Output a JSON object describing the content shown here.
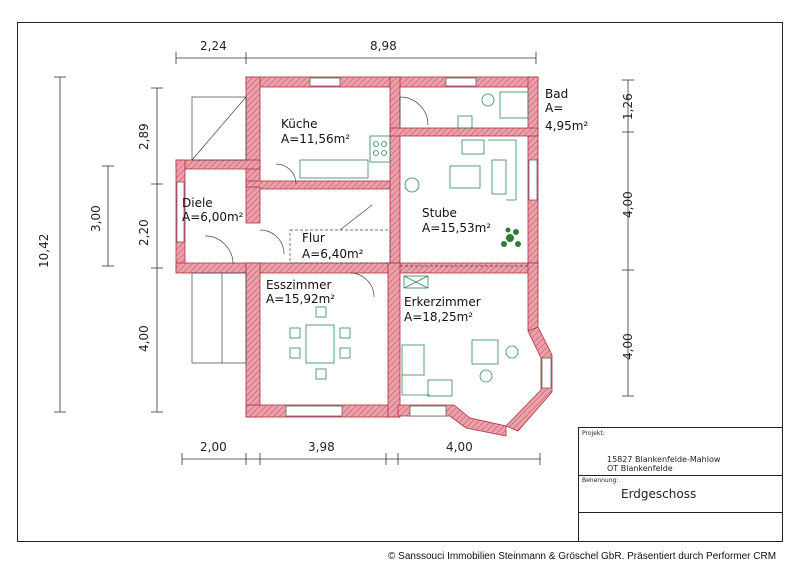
{
  "dimensions": {
    "top_left": "2,24",
    "top_main": "8,98",
    "left_total": "10,42",
    "left_upper": "2,89",
    "left_middle": "2,20",
    "left_lower": "4,00",
    "diele_height": "3,00",
    "right_upper": "1,26",
    "right_middle": "4,00",
    "right_lower": "4,00",
    "bottom_1": "2,00",
    "bottom_2": "3,98",
    "bottom_3": "4,00"
  },
  "rooms": {
    "kueche": {
      "name": "Küche",
      "area": "A=11,56m²"
    },
    "bad": {
      "name": "Bad",
      "area_label": "A=",
      "area": "4,95m²"
    },
    "diele": {
      "name": "Diele",
      "area": "A=6,00m²"
    },
    "stube": {
      "name": "Stube",
      "area": "A=15,53m²"
    },
    "flur": {
      "name": "Flur",
      "area": "A=6,40m²"
    },
    "esszimmer": {
      "name": "Esszimmer",
      "area": "A=15,92m²"
    },
    "erkerzimmer": {
      "name": "Erkerzimmer",
      "area": "A=18,25m²"
    }
  },
  "title_block": {
    "projekt_label": "Projekt:",
    "projekt_line1": "15827 Blankenfelde-Mahlow",
    "projekt_line2": "OT Blankenfelde",
    "benennung_label": "Benennung:",
    "benennung": "Erdgeschoss"
  },
  "copyright": "© Sanssouci Immobilien Steinmann & Gröschel GbR. Präsentiert durch Performer CRM",
  "colors": {
    "wall_fill": "#e8a0a8",
    "wall_stroke": "#c0303a",
    "line": "#222222",
    "furniture": "#2a8a5a"
  }
}
